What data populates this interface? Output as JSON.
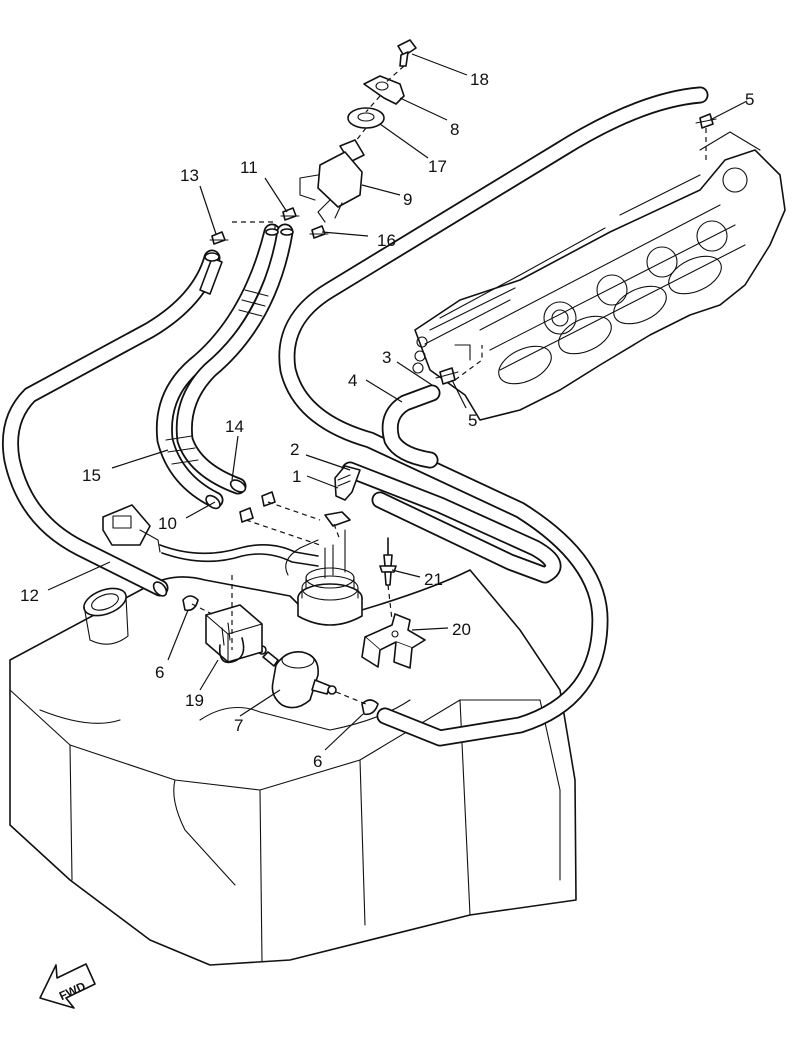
{
  "callouts": {
    "c1": "1",
    "c2": "2",
    "c3": "3",
    "c4": "4",
    "c5a": "5",
    "c5b": "5",
    "c6a": "6",
    "c6b": "6",
    "c7": "7",
    "c8": "8",
    "c9": "9",
    "c10": "10",
    "c11": "11",
    "c12": "12",
    "c13": "13",
    "c14": "14",
    "c15": "15",
    "c16": "16",
    "c17": "17",
    "c18": "18",
    "c19": "19",
    "c20": "20",
    "c21": "21"
  },
  "forward_arrow": {
    "label": "FWD",
    "icon": "forward-arrow-icon"
  }
}
